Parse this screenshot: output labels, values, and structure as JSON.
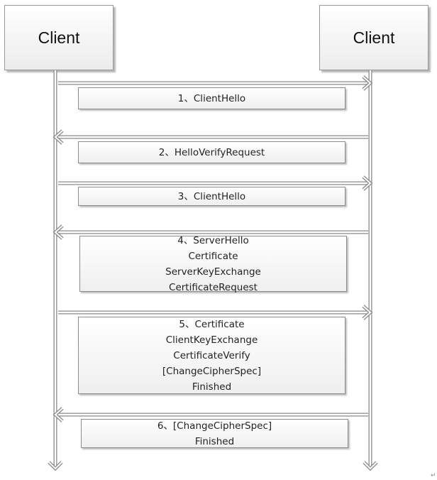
{
  "actors": {
    "left": {
      "label": "Client"
    },
    "right": {
      "label": "Client"
    }
  },
  "messages": [
    {
      "direction": "right",
      "lines": [
        "1、ClientHello"
      ]
    },
    {
      "direction": "left",
      "lines": [
        "2、HelloVerifyRequest"
      ]
    },
    {
      "direction": "right",
      "lines": [
        "3、ClientHello"
      ]
    },
    {
      "direction": "left",
      "lines": [
        "4、ServerHello",
        "Certificate",
        "ServerKeyExchange",
        "CertificateRequest"
      ]
    },
    {
      "direction": "right",
      "lines": [
        "5、Certificate",
        "ClientKeyExchange",
        "CertificateVerify",
        "[ChangeCipherSpec]",
        "Finished"
      ]
    },
    {
      "direction": "left",
      "lines": [
        "6、[ChangeCipherSpec]",
        "Finished"
      ]
    }
  ],
  "colors": {
    "line": "#8a8a8a",
    "lineLight": "#ffffff"
  }
}
